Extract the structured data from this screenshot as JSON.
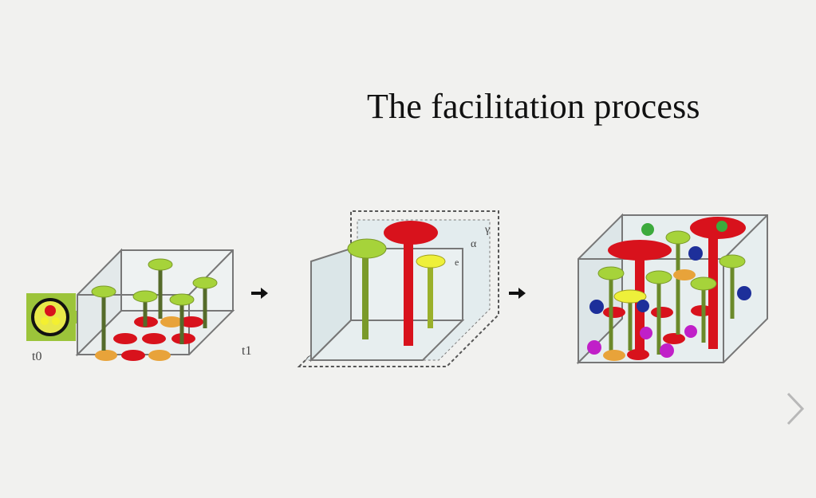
{
  "slide": {
    "title": "The facilitation process",
    "panel1": {
      "time_start_label": "t0",
      "time_end_label": "t1"
    },
    "panel2": {
      "gamma_label": "γ",
      "alpha_label": "α",
      "e_label": "e"
    },
    "next_icon": "chevron-right-icon",
    "colors": {
      "background": "#f1f1ef",
      "red": "#d8121c",
      "green": "#a6d33a",
      "yellow": "#eef03a",
      "orange": "#e8a33a",
      "blue": "#1d2f9a",
      "magenta": "#c020c8",
      "stem": "#6b8a2a"
    }
  }
}
